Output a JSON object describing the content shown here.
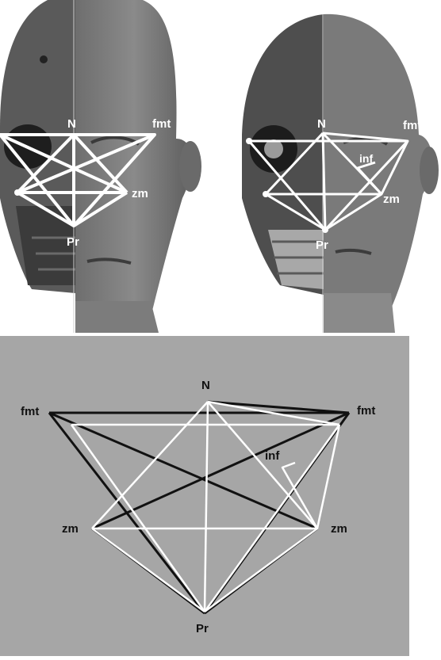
{
  "top_left": {
    "labels": {
      "n": "N",
      "fmt": "fmt",
      "zm": "zm",
      "pr": "Pr"
    }
  },
  "top_right": {
    "labels": {
      "n": "N",
      "fmt": "fmt",
      "inf": "inf",
      "zm": "zm",
      "pr": "Pr"
    }
  },
  "bottom": {
    "labels": {
      "n": "N",
      "fmt_left": "fmt",
      "fmt_right": "fmt",
      "inf": "inf",
      "zm_left": "zm",
      "zm_right": "zm",
      "pr": "Pr"
    }
  },
  "colors": {
    "panel_bg": "#a6a6a6",
    "black_outline": "#111111",
    "white_outline": "#ffffff"
  }
}
